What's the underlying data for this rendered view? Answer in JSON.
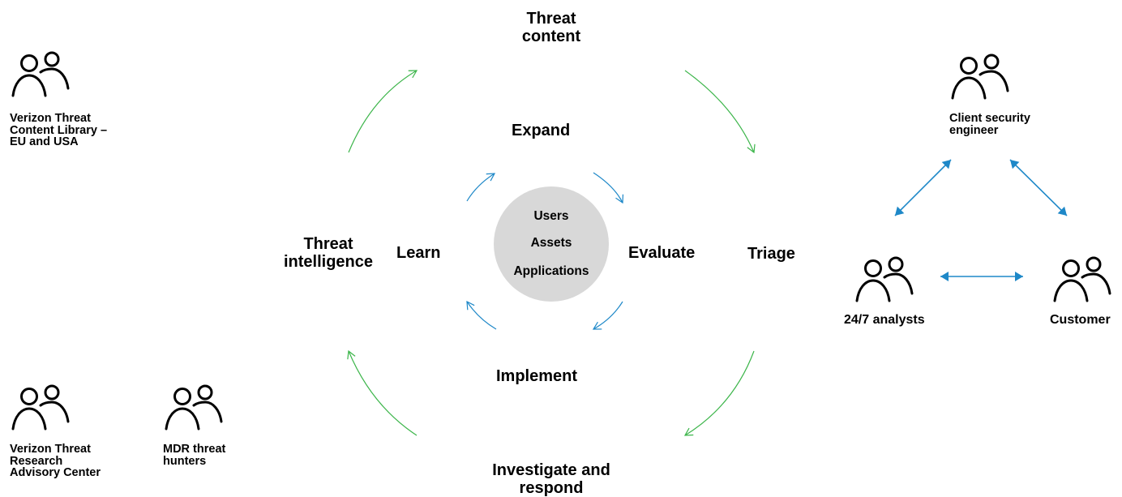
{
  "outer_stages": {
    "threat_content": "Threat\ncontent",
    "triage": "Triage",
    "investigate": "Investigate and\nrespond",
    "threat_intelligence": "Threat\nintelligence"
  },
  "inner_stages": {
    "expand": "Expand",
    "evaluate": "Evaluate",
    "implement": "Implement",
    "learn": "Learn"
  },
  "hub": {
    "items": [
      "Users",
      "Assets",
      "Applications"
    ]
  },
  "actors": {
    "content_library": "Verizon Threat\nContent Library –\nEU and USA",
    "research_center": "Verizon Threat\nResearch\nAdvisory Center",
    "mdr_hunters": "MDR threat\nhunters",
    "client_engineer": "Client security\nengineer",
    "analysts": "24/7 analysts",
    "customer": "Customer"
  },
  "colors": {
    "outer_arrows": "#3cb54a",
    "inner_arrows": "#1e88c8",
    "hub_fill": "#d8d8d8",
    "text": "#000000"
  },
  "icons": {
    "person_pair": "people-icon"
  }
}
